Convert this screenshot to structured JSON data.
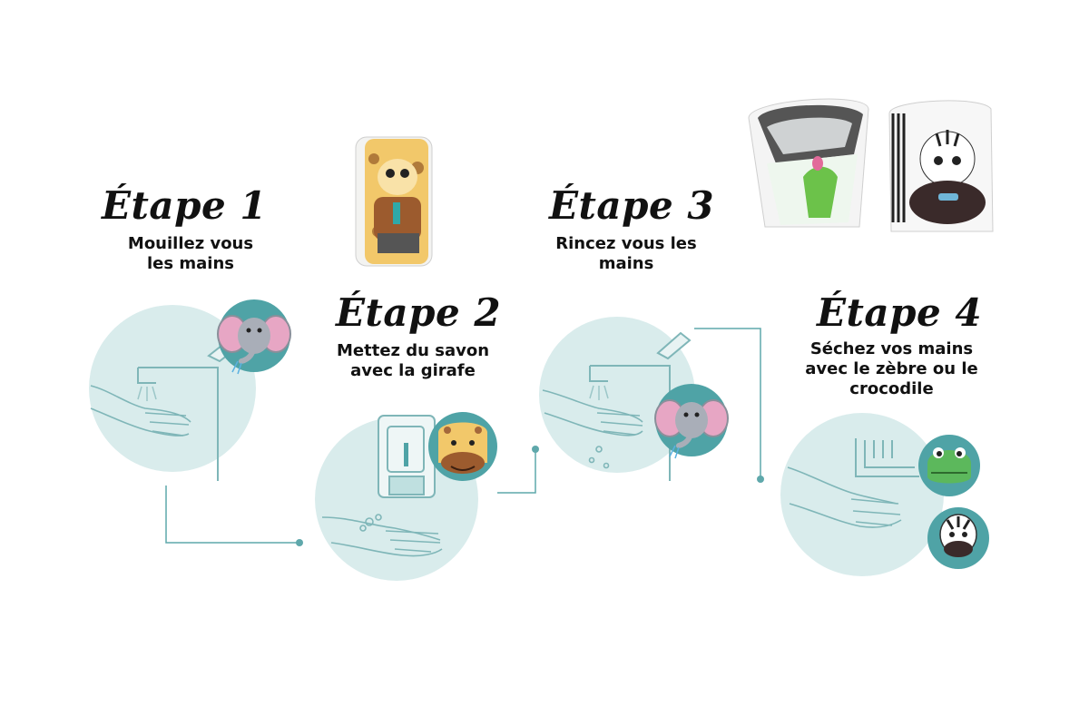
{
  "steps": [
    {
      "title": "Étape 1",
      "line1": "Mouillez vous",
      "line2": "les mains"
    },
    {
      "title": "Étape 2",
      "line1": "Mettez du savon",
      "line2": "avec la girafe"
    },
    {
      "title": "Étape 3",
      "line1": "Rincez vous les",
      "line2": "mains"
    },
    {
      "title": "Étape 4",
      "line1": "Séchez vos mains",
      "line2": "avec le zèbre ou le",
      "line3": "crocodile"
    }
  ],
  "colors": {
    "circle_fill": "#d9ecec",
    "connector": "#5fa8ab",
    "teal_badge": "#4fa3a6",
    "line_art": "#7fb6b8"
  },
  "icons": [
    "elephant-icon",
    "giraffe-icon",
    "crocodile-icon",
    "zebra-icon",
    "faucet-icon",
    "soap-dispenser-icon",
    "hand-dryer-icon"
  ]
}
